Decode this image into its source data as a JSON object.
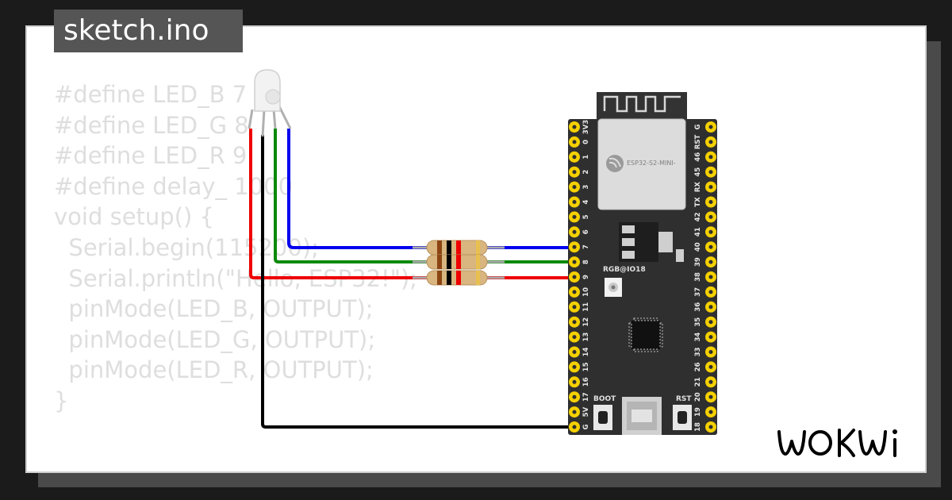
{
  "file_tab": {
    "label": "sketch.ino"
  },
  "code_lines": [
    "#define LED_B 7",
    "#define LED_G 8",
    "#define LED_R 9",
    "#define delay_ 1000",
    "void setup() {",
    "  Serial.begin(115200);",
    "  Serial.println(\"Hello, ESP32!\");",
    "  pinMode(LED_B, OUTPUT);",
    "  pinMode(LED_G, OUTPUT);",
    "  pinMode(LED_R, OUTPUT);",
    "}"
  ],
  "board": {
    "module_label": "ESP32-S2-MINI-",
    "rgb_label": "RGB@IO18",
    "boot_label": "BOOT",
    "rst_label": "RST",
    "left_pins": [
      "3V3",
      "0",
      "1",
      "2",
      "3",
      "4",
      "5",
      "6",
      "7",
      "8",
      "9",
      "10",
      "11",
      "12",
      "13",
      "14",
      "15",
      "16",
      "17",
      "5V",
      "G"
    ],
    "right_pins": [
      "G",
      "RST",
      "46",
      "45",
      "RX",
      "TX",
      "42",
      "41",
      "40",
      "39",
      "38",
      "37",
      "36",
      "35",
      "34",
      "33",
      "26",
      "21",
      "20",
      "19",
      "18"
    ]
  },
  "wires": {
    "blue": "#0000ee",
    "green": "#0a8a0a",
    "red": "#ee0000",
    "black": "#000000"
  },
  "colors": {
    "pin_gold": "#f4d000",
    "board_body": "#2f2f2f",
    "code_text": "#dedede"
  },
  "brand": {
    "name": "WOKWi"
  }
}
